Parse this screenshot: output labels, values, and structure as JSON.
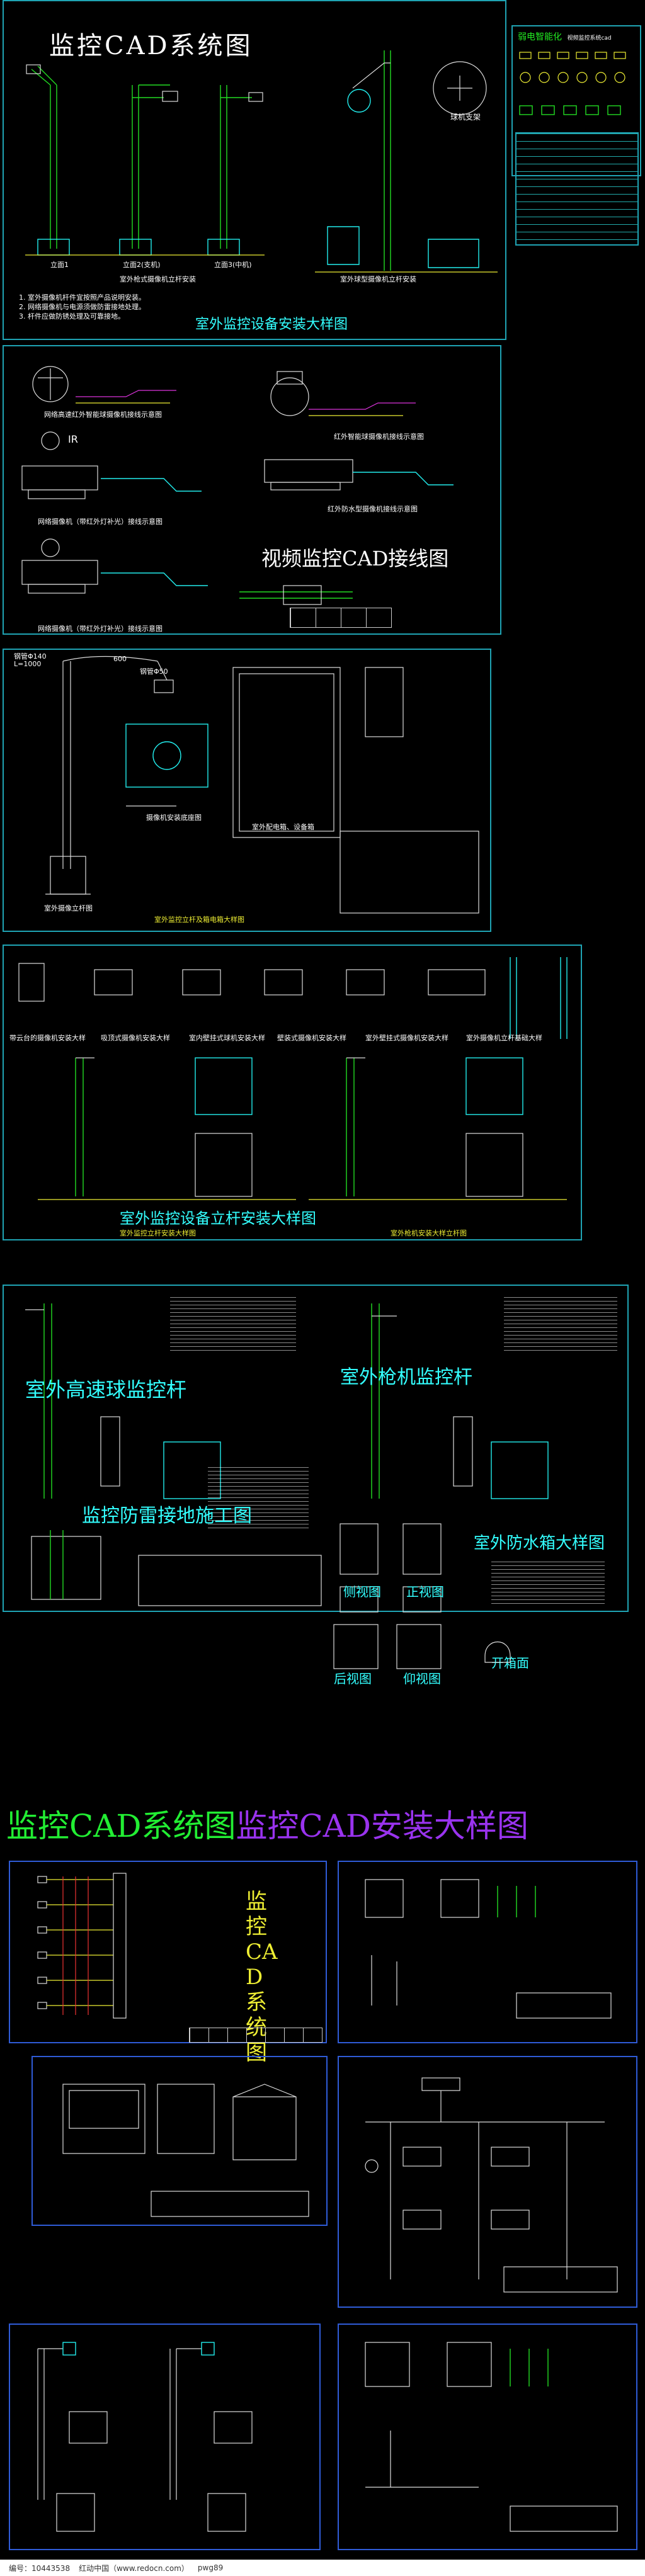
{
  "header": {
    "title": "监控CAD系统图"
  },
  "section1": {
    "title": "室外监控设备安装大样图",
    "caption_pole": "室外枪式摄像机立杆安装",
    "caption_ball": "室外球型摄像机立杆安装",
    "label_ball_bracket": "球机支架",
    "label_pole1": "立面1",
    "label_pole2": "立面2(支机)",
    "label_pole3": "立面3(中机)",
    "notes": [
      "1. 室外摄像机杆件宜按照产品说明安装。",
      "2. 网络摄像机与电源须做防雷接地处理。",
      "3. 杆件应做防锈处理及可靠接地。"
    ],
    "legend_title": "弱电智能化",
    "legend_sub": "视频监控系统cad"
  },
  "section2": {
    "title": "视频监控CAD接线图",
    "label_ir": "IR",
    "cap_bullet_ir": "网络摄像机（带红外灯补光）接线示意图",
    "cap_bullet_ir2": "网络摄像机（带红外灯补光）接线示意图",
    "cap_speed_dome": "网络高速红外智能球摄像机接线示意图",
    "cap_ir_dome": "红外智能球摄像机接线示意图",
    "cap_waterproof": "红外防水型摄像机接线示意图"
  },
  "section3": {
    "title": "室外监控立杆及箱电箱大样图",
    "label_dia": "钢管Φ140",
    "label_len": "L=1000",
    "label_600": "600",
    "label_arm": "钢管Φ50",
    "label_base": "室外摄像立杆图",
    "label_box": "室外配电箱、设备箱",
    "label_plate": "摄像机安装底座图"
  },
  "section4": {
    "title": "室外监控设备立杆安装大样图",
    "sub_left": "室外监控立杆安装大样图",
    "sub_right": "室外枪机安装大样立杆图",
    "captions": [
      "带云台的摄像机安装大样",
      "吸顶式摄像机安装大样",
      "室内壁挂式球机安装大样",
      "壁装式摄像机安装大样",
      "室外壁挂式摄像机安装大样",
      "室外摄像机立杆基础大样"
    ]
  },
  "section5": {
    "title_dome": "室外高速球监控杆",
    "title_bullet": "室外枪机监控杆",
    "title_ground": "监控防雷接地施工图",
    "title_box": "室外防水箱大样图",
    "view_side": "侧视图",
    "view_front": "正视图",
    "view_back": "后视图",
    "view_top": "仰视图",
    "view_open": "开箱面"
  },
  "promo": {
    "left": "监控CAD系统图",
    "right": "监控CAD安装大样图"
  },
  "system_vertical": "监控CAD系统图",
  "footer": {
    "id": "编号：10443538",
    "site": "红动中国（www.redocn.com）",
    "code": "pwg89"
  },
  "colors": {
    "panel_border": "#1fa3b3",
    "blue_border": "#2f5bd6",
    "promo_left": "#22ee33",
    "promo_right": "#9933ee",
    "cad_cyan": "#33ffff"
  }
}
